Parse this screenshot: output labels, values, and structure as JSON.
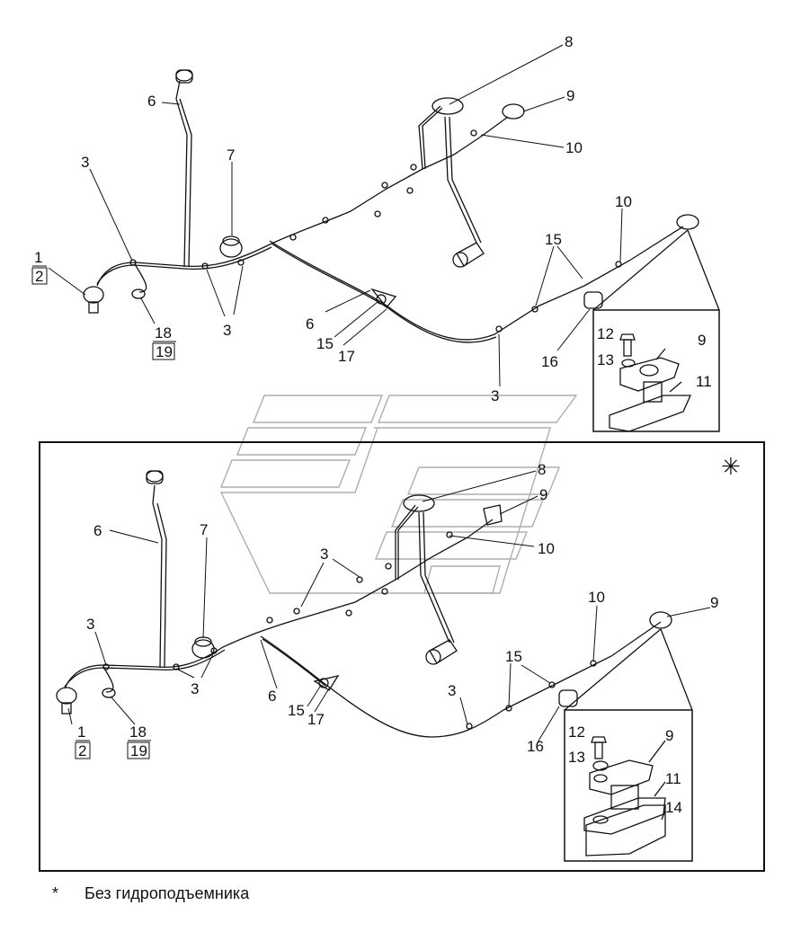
{
  "top_callouts": {
    "c8": "8",
    "c9": "9",
    "c10": "10",
    "c6a": "6",
    "c7": "7",
    "c3a": "3",
    "c1": "1",
    "c2": "2",
    "c18": "18",
    "c19": "19",
    "c3b": "3",
    "c6b": "6",
    "c15a": "15",
    "c17": "17",
    "c10b": "10",
    "c15b": "15",
    "c16": "16",
    "c3c": "3",
    "c12": "12",
    "c9b": "9",
    "c13": "13",
    "c11": "11"
  },
  "bottom_callouts": {
    "c8": "8",
    "c9": "9",
    "c10": "10",
    "c6a": "6",
    "c7": "7",
    "c3a": "3",
    "c3top": "3",
    "c1": "1",
    "c2": "2",
    "c18": "18",
    "c19": "19",
    "c3b": "3",
    "c6b": "6",
    "c15a": "15",
    "c17": "17",
    "c10b": "10",
    "c9c": "9",
    "c15b": "15",
    "c3c": "3",
    "c16": "16",
    "c12": "12",
    "c9b": "9",
    "c13": "13",
    "c11": "11",
    "c14": "14"
  },
  "variant_marker": "✳",
  "footnote": {
    "star": "*",
    "text": "Без гидроподъемника"
  }
}
